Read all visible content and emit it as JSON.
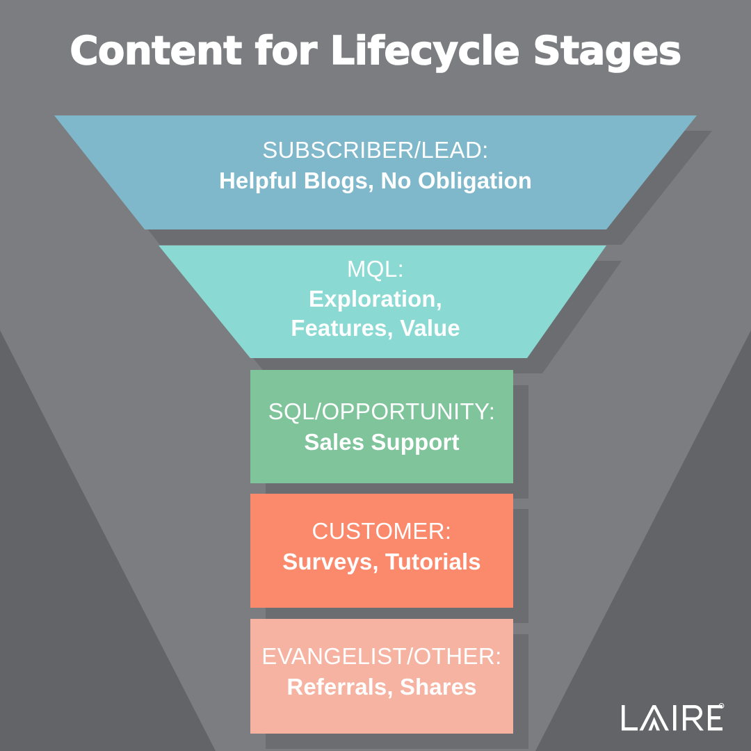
{
  "title": "Content for Lifecycle Stages",
  "colors": {
    "background_light": "#7b7d80",
    "background_dark": "#626468",
    "shadow": "#6b6d71",
    "text": "#ffffff",
    "stage_1": "#80b8cb",
    "stage_2": "#8ad9d3",
    "stage_3": "#7fc49b",
    "stage_4": "#fb8a6d",
    "stage_5": "#f6b3a2"
  },
  "funnel": {
    "stages": [
      {
        "id": "subscriber-lead",
        "heading": "SUBSCRIBER/LEAD:",
        "detail": "Helpful Blogs, No Obligation",
        "detail_lines": [
          "Helpful Blogs, No Obligation"
        ],
        "color": "#80b8cb",
        "shape": "trapezoid"
      },
      {
        "id": "mql",
        "heading": "MQL:",
        "detail": "Exploration, Features, Value",
        "detail_lines": [
          "Exploration,",
          "Features, Value"
        ],
        "color": "#8ad9d3",
        "shape": "trapezoid"
      },
      {
        "id": "sql-opportunity",
        "heading": "SQL/OPPORTUNITY:",
        "detail": "Sales Support",
        "detail_lines": [
          "Sales Support"
        ],
        "color": "#7fc49b",
        "shape": "rectangle"
      },
      {
        "id": "customer",
        "heading": "CUSTOMER:",
        "detail": "Surveys, Tutorials",
        "detail_lines": [
          "Surveys, Tutorials"
        ],
        "color": "#fb8a6d",
        "shape": "rectangle"
      },
      {
        "id": "evangelist-other",
        "heading": "EVANGELIST/OTHER:",
        "detail": "Referrals, Shares",
        "detail_lines": [
          "Referrals, Shares"
        ],
        "color": "#f6b3a2",
        "shape": "rectangle"
      }
    ]
  },
  "logo": {
    "wordmark": "LAIRE",
    "trademark": "®"
  }
}
